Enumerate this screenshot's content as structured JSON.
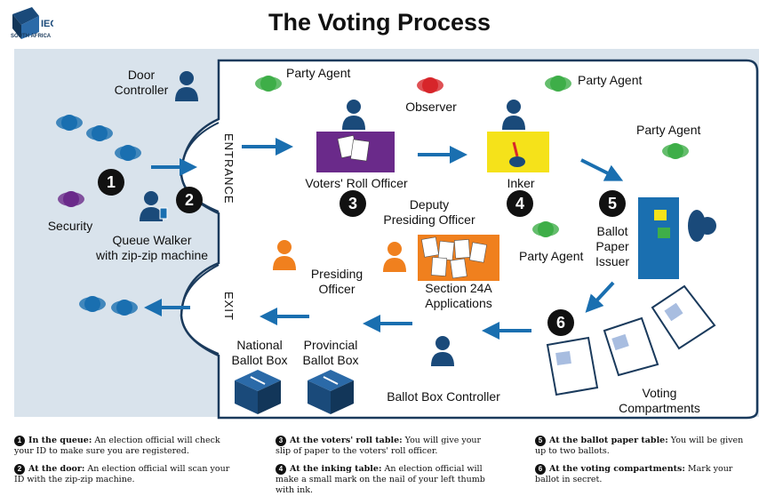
{
  "header": {
    "title": "The Voting Process",
    "logo_text": "IEC",
    "logo_subtext": "SOUTH AFRICA"
  },
  "colors": {
    "navy": "#1a4a7a",
    "blue": "#1a6fb0",
    "green": "#3fae49",
    "red": "#d7262b",
    "purple": "#6a2a8a",
    "orange": "#f0801e",
    "yellow": "#f5e21a",
    "panel": "#d9e3ec"
  },
  "labels": {
    "door_controller": "Door\nController",
    "security": "Security",
    "queue_walker": "Queue Walker\nwith zip-zip machine",
    "entrance": "ENTRANCE",
    "exit": "EXIT",
    "party_agent_1": "Party Agent",
    "observer": "Observer",
    "party_agent_2": "Party Agent",
    "party_agent_3": "Party Agent",
    "party_agent_4": "Party Agent",
    "voters_roll_officer": "Voters' Roll Officer",
    "inker": "Inker",
    "deputy_presiding_officer": "Deputy\nPresiding Officer",
    "ballot_paper_issuer": "Ballot\nPaper\nIssuer",
    "presiding_officer": "Presiding\nOfficer",
    "section_24a": "Section 24A\nApplications",
    "national_ballot_box": "National\nBallot Box",
    "provincial_ballot_box": "Provincial\nBallot Box",
    "ballot_box_controller": "Ballot Box Controller",
    "voting_compartments": "Voting\nCompartments"
  },
  "steps": [
    "1",
    "2",
    "3",
    "4",
    "5",
    "6"
  ],
  "footnotes": [
    {
      "num": "1",
      "head": "In the queue:",
      "text": " An election official will check your ID to make sure you are registered."
    },
    {
      "num": "2",
      "head": "At the door:",
      "text": " An election official will scan your ID with the zip-zip machine."
    },
    {
      "num": "3",
      "head": "At the voters' roll table:",
      "text": " You will give your slip of paper to the voters' roll officer."
    },
    {
      "num": "4",
      "head": "At the inking table:",
      "text": " An election official will make a small mark on the nail of your left thumb with ink."
    },
    {
      "num": "5",
      "head": "At the ballot paper table:",
      "text": " You will be given up to two ballots."
    },
    {
      "num": "6",
      "head": "At the voting compartments:",
      "text": " Mark your ballot in secret."
    }
  ]
}
